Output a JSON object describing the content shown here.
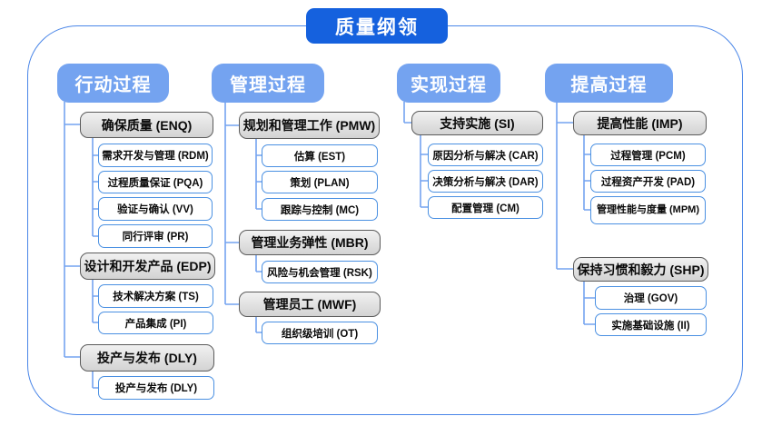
{
  "title": "质量纲领",
  "columns": [
    {
      "header": "行动过程",
      "groups": [
        {
          "label": "确保质量 (ENQ)",
          "children": [
            "需求开发与管理 (RDM)",
            "过程质量保证 (PQA)",
            "验证与确认 (VV)",
            "同行评审 (PR)"
          ]
        },
        {
          "label": "设计和开发产品 (EDP)",
          "children": [
            "技术解决方案 (TS)",
            "产品集成 (PI)"
          ]
        },
        {
          "label": "投产与发布 (DLY)",
          "children": [
            "投产与发布 (DLY)"
          ]
        }
      ]
    },
    {
      "header": "管理过程",
      "groups": [
        {
          "label": "规划和管理工作 (PMW)",
          "children": [
            "估算 (EST)",
            "策划 (PLAN)",
            "跟踪与控制 (MC)"
          ]
        },
        {
          "label": "管理业务弹性 (MBR)",
          "children": [
            "风险与机会管理 (RSK)"
          ]
        },
        {
          "label": "管理员工 (MWF)",
          "children": [
            "组织级培训 (OT)"
          ]
        }
      ]
    },
    {
      "header": "实现过程",
      "groups": [
        {
          "label": "支持实施 (SI)",
          "children": [
            "原因分析与解决 (CAR)",
            "决策分析与解决 (DAR)",
            "配置管理 (CM)"
          ]
        }
      ]
    },
    {
      "header": "提高过程",
      "groups": [
        {
          "label": "提高性能 (IMP)",
          "children": [
            "过程管理 (PCM)",
            "过程资产开发 (PAD)",
            "管理性能与度量 (MPM)"
          ]
        },
        {
          "label": "保持习惯和毅力 (SHP)",
          "children": [
            "治理 (GOV)",
            "实施基础设施 (II)"
          ]
        }
      ]
    }
  ],
  "colors": {
    "title_bg": "#1561de",
    "header_bg": "#74a3f0",
    "gray_box_fill": "#d9d9d9",
    "gray_box_border": "#5b5b5b",
    "white_box_border": "#4a90e2",
    "connector": "#74a3f0",
    "frame_border": "#4a86e8"
  }
}
